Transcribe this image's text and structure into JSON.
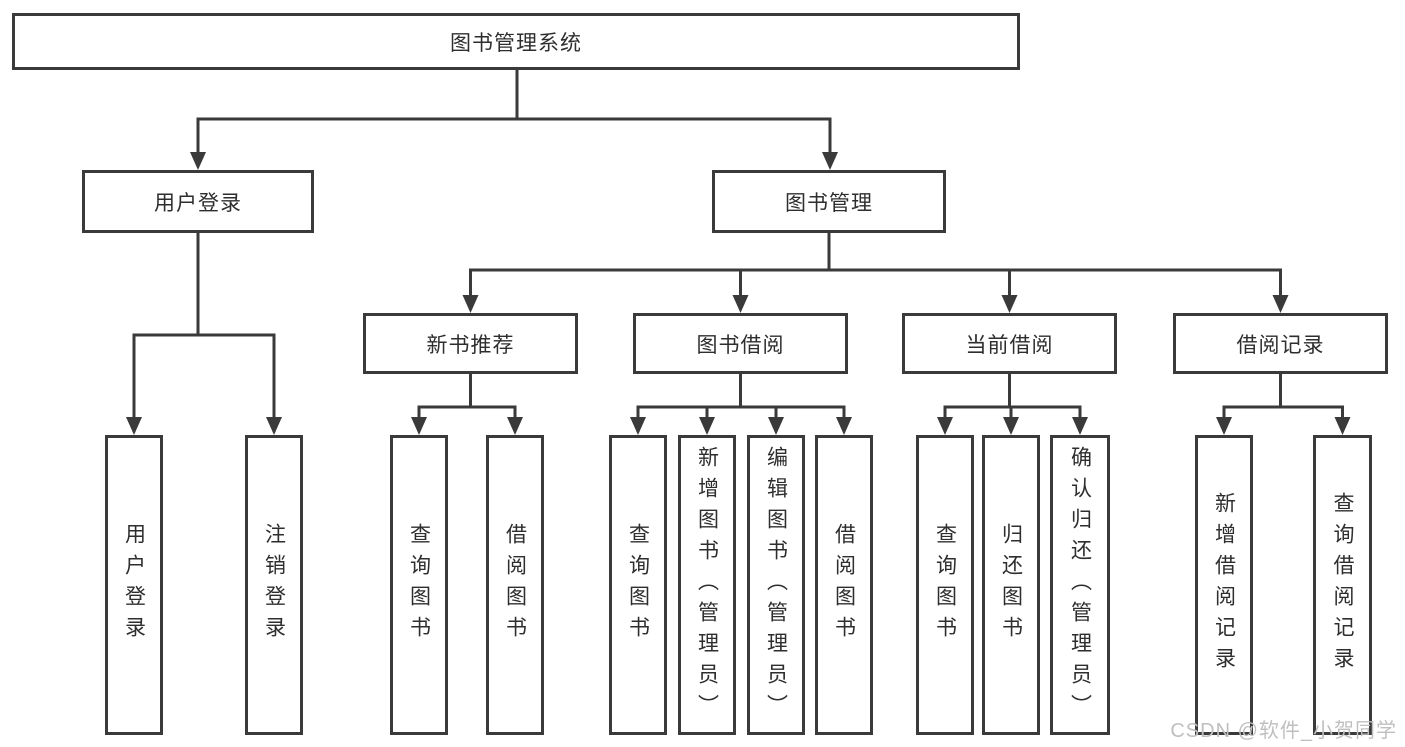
{
  "diagram": {
    "title_node": {
      "label": "图书管理系统"
    },
    "level2": [
      {
        "id": "user-login",
        "label": "用户登录"
      },
      {
        "id": "book-management",
        "label": "图书管理"
      }
    ],
    "level3": [
      {
        "id": "new-book-recommend",
        "label": "新书推荐"
      },
      {
        "id": "book-borrow",
        "label": "图书借阅"
      },
      {
        "id": "current-borrow",
        "label": "当前借阅"
      },
      {
        "id": "borrow-records",
        "label": "借阅记录"
      }
    ],
    "leaves": {
      "user_login": [
        "用户登录",
        "注销登录"
      ],
      "new_book": [
        "查询图书",
        "借阅图书"
      ],
      "book_borrow": [
        "查询图书",
        "新增图书（管理员）",
        "编辑图书（管理员）",
        "借阅图书"
      ],
      "current_borrow": [
        "查询图书",
        "归还图书",
        "确认归还（管理员）"
      ],
      "borrow_record": [
        "新增借阅记录",
        "查询借阅记录"
      ]
    },
    "watermark": "CSDN @软件_小贺同学",
    "colors": {
      "line": "#3a3a3a",
      "text": "#2e2e2e",
      "watermark": "#bfbfbf",
      "background": "#ffffff"
    }
  }
}
